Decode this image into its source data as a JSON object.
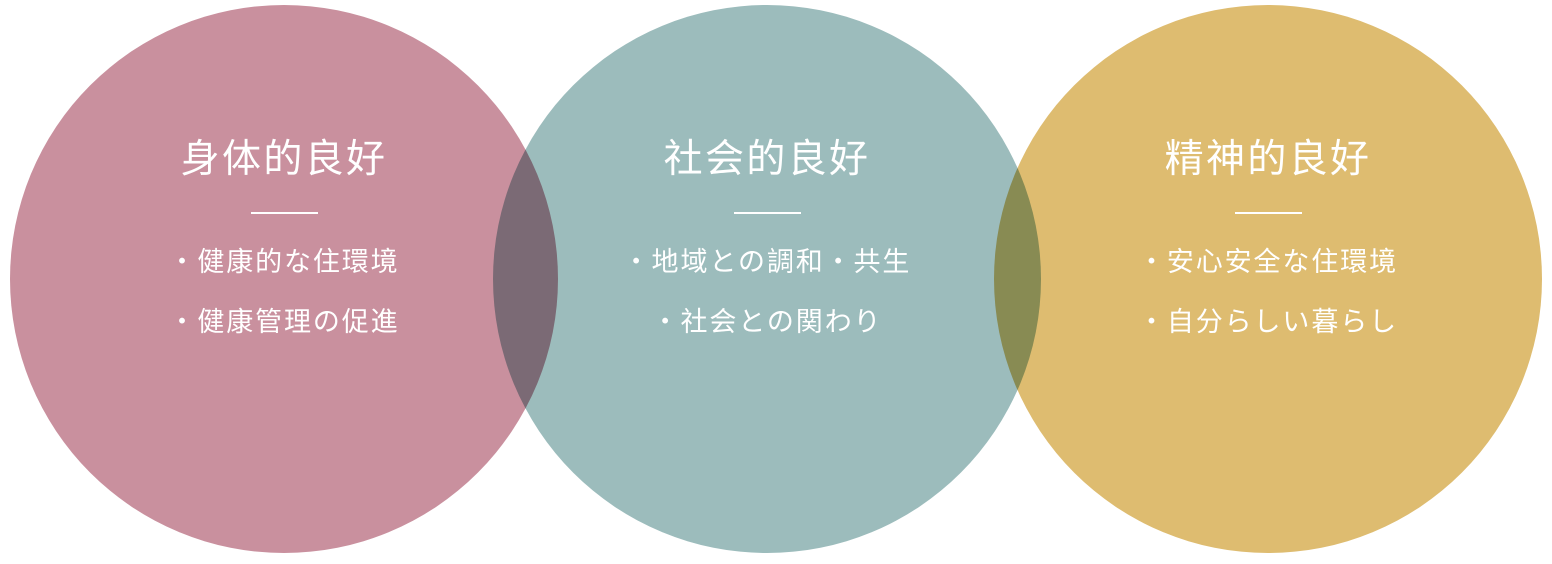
{
  "diagram": {
    "type": "venn",
    "language": "ja",
    "background_color": "#ffffff",
    "text_color": "#ffffff",
    "circles": [
      {
        "id": "physical",
        "title": "身体的良好",
        "color": "#c9909e",
        "items": [
          "・健康的な住環境",
          "・健康管理の促進"
        ]
      },
      {
        "id": "social",
        "title": "社会的良好",
        "color": "#9cbcbc",
        "items": [
          "・地域との調和・共生",
          "・社会との関わり"
        ]
      },
      {
        "id": "mental",
        "title": "精神的良好",
        "color": "#debc70",
        "items": [
          "・安心安全な住環境",
          "・自分らしい暮らし"
        ]
      }
    ],
    "overlaps": [
      {
        "id": "physical-social",
        "color": "#7a6872"
      },
      {
        "id": "social-mental",
        "color": "#858c55"
      }
    ]
  }
}
